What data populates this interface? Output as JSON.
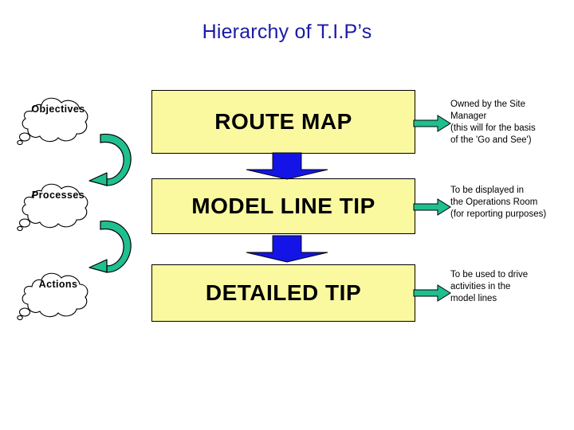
{
  "slide": {
    "title": "Hierarchy of T.I.P’s",
    "title_color": "#1A1AA8",
    "background": "#FFFFFF"
  },
  "palette": {
    "box_fill": "#FAF9A0",
    "box_border": "#000000",
    "green_arrow": "#1FBF8F",
    "blue_arrow": "#1414E6",
    "text": "#000000"
  },
  "clouds": [
    {
      "label": "Objectives",
      "name": "cloud-objectives"
    },
    {
      "label": "Processes",
      "name": "cloud-processes"
    },
    {
      "label": "Actions",
      "name": "cloud-actions"
    }
  ],
  "boxes": [
    {
      "label": "ROUTE MAP",
      "name": "box-route-map"
    },
    {
      "label": "MODEL LINE TIP",
      "name": "box-model-line"
    },
    {
      "label": "DETAILED TIP",
      "name": "box-detailed"
    }
  ],
  "notes": [
    {
      "lines": [
        "Owned by the Site",
        "Manager",
        "(this will for the basis",
        "of the 'Go and See')"
      ]
    },
    {
      "lines": [
        "To be displayed in",
        "the Operations Room",
        "(for reporting purposes)"
      ]
    },
    {
      "lines": [
        "To be used to drive",
        "activities in the",
        "model lines"
      ]
    }
  ],
  "connectors": {
    "curved_arrow_icon": "curved-arrow-down-left-icon",
    "blue_arrow_icon": "down-arrow-icon",
    "note_arrow_icon": "right-arrow-icon"
  }
}
